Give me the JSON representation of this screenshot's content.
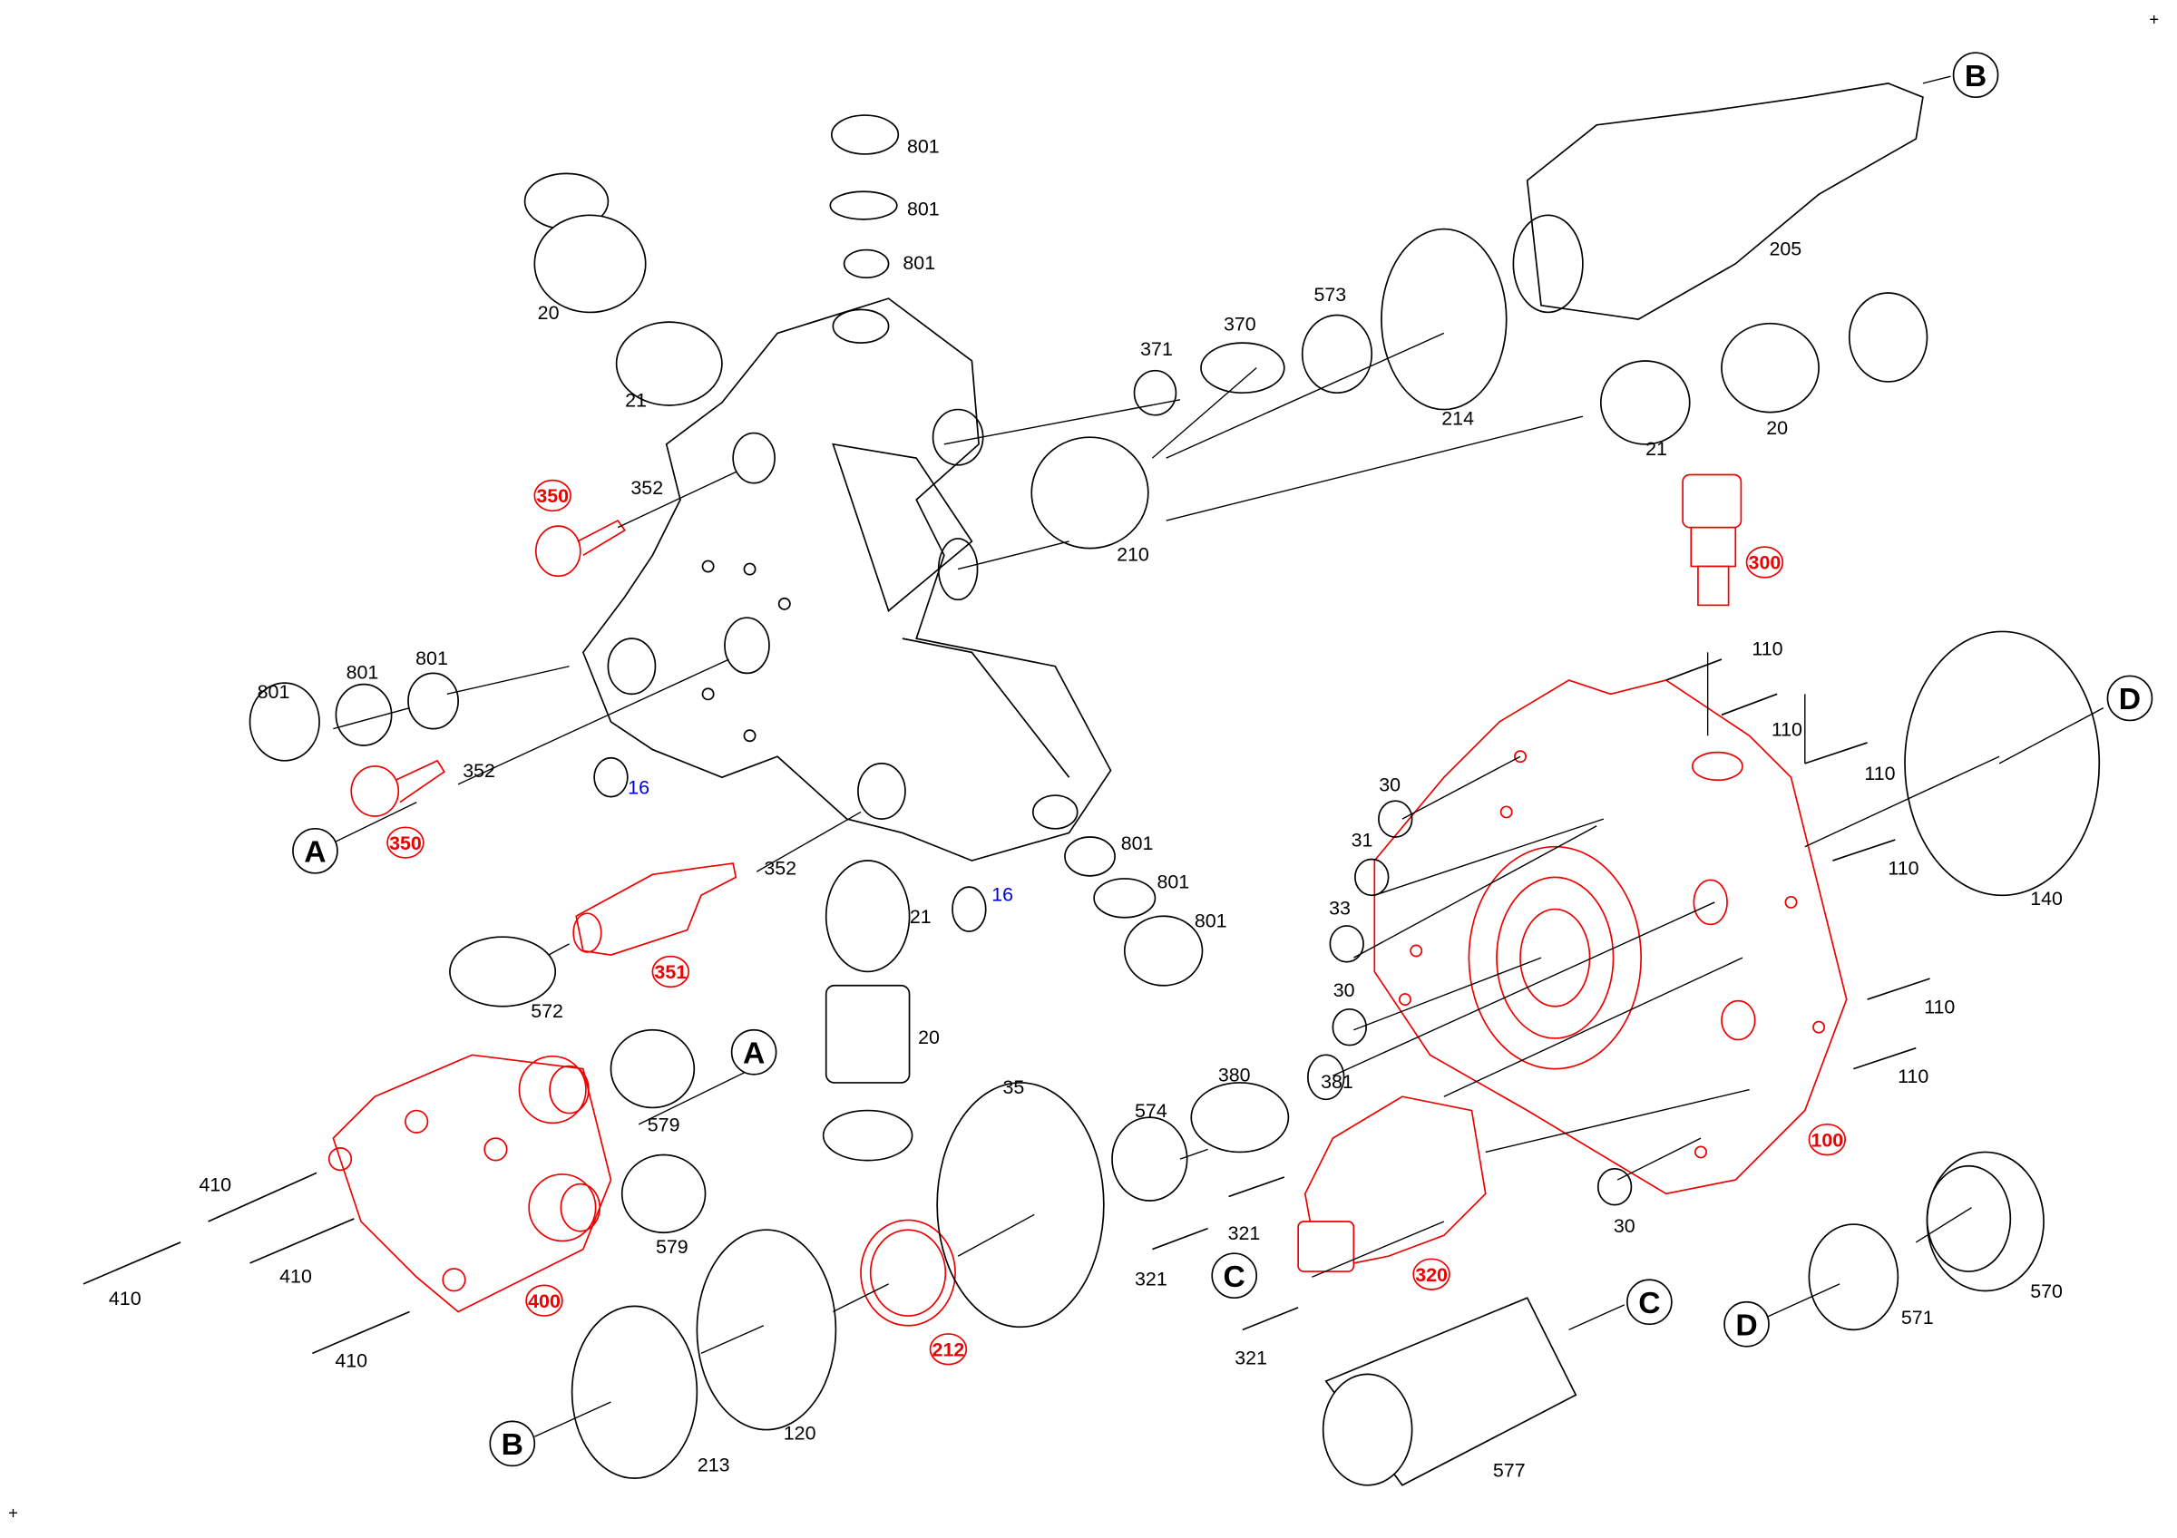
{
  "diagram": {
    "corner_marks": [
      "+",
      "+"
    ],
    "colors": {
      "standard": "#000000",
      "highlighted": "#ee0000",
      "blue": "#0000dd"
    },
    "callouts": [
      {
        "text": "801",
        "style": "black"
      },
      {
        "text": "801",
        "style": "black"
      },
      {
        "text": "801",
        "style": "black"
      },
      {
        "text": "20",
        "style": "black"
      },
      {
        "text": "21",
        "style": "black"
      },
      {
        "text": "350",
        "style": "red"
      },
      {
        "text": "352",
        "style": "black"
      },
      {
        "text": "801",
        "style": "black"
      },
      {
        "text": "801",
        "style": "black"
      },
      {
        "text": "801",
        "style": "black"
      },
      {
        "text": "352",
        "style": "black"
      },
      {
        "text": "16",
        "style": "blue"
      },
      {
        "text": "350",
        "style": "red"
      },
      {
        "text": "352",
        "style": "black"
      },
      {
        "text": "351",
        "style": "red"
      },
      {
        "text": "572",
        "style": "black"
      },
      {
        "text": "21",
        "style": "black"
      },
      {
        "text": "16",
        "style": "blue"
      },
      {
        "text": "801",
        "style": "black"
      },
      {
        "text": "801",
        "style": "black"
      },
      {
        "text": "801",
        "style": "black"
      },
      {
        "text": "20",
        "style": "black"
      },
      {
        "text": "579",
        "style": "black"
      },
      {
        "text": "579",
        "style": "black"
      },
      {
        "text": "410",
        "style": "black"
      },
      {
        "text": "410",
        "style": "black"
      },
      {
        "text": "410",
        "style": "black"
      },
      {
        "text": "410",
        "style": "black"
      },
      {
        "text": "400",
        "style": "red"
      },
      {
        "text": "35",
        "style": "black"
      },
      {
        "text": "212",
        "style": "red"
      },
      {
        "text": "120",
        "style": "black"
      },
      {
        "text": "213",
        "style": "black"
      },
      {
        "text": "574",
        "style": "black"
      },
      {
        "text": "321",
        "style": "black"
      },
      {
        "text": "321",
        "style": "black"
      },
      {
        "text": "321",
        "style": "black"
      },
      {
        "text": "320",
        "style": "red"
      },
      {
        "text": "380",
        "style": "black"
      },
      {
        "text": "381",
        "style": "black"
      },
      {
        "text": "371",
        "style": "black"
      },
      {
        "text": "370",
        "style": "black"
      },
      {
        "text": "573",
        "style": "black"
      },
      {
        "text": "214",
        "style": "black"
      },
      {
        "text": "205",
        "style": "black"
      },
      {
        "text": "21",
        "style": "black"
      },
      {
        "text": "20",
        "style": "black"
      },
      {
        "text": "210",
        "style": "black"
      },
      {
        "text": "300",
        "style": "red"
      },
      {
        "text": "110",
        "style": "black"
      },
      {
        "text": "110",
        "style": "black"
      },
      {
        "text": "110",
        "style": "black"
      },
      {
        "text": "110",
        "style": "black"
      },
      {
        "text": "110",
        "style": "black"
      },
      {
        "text": "110",
        "style": "black"
      },
      {
        "text": "140",
        "style": "black"
      },
      {
        "text": "30",
        "style": "black"
      },
      {
        "text": "31",
        "style": "black"
      },
      {
        "text": "33",
        "style": "black"
      },
      {
        "text": "30",
        "style": "black"
      },
      {
        "text": "30",
        "style": "black"
      },
      {
        "text": "100",
        "style": "red"
      },
      {
        "text": "571",
        "style": "black"
      },
      {
        "text": "570",
        "style": "black"
      },
      {
        "text": "577",
        "style": "black"
      }
    ],
    "references": [
      {
        "text": "A"
      },
      {
        "text": "A"
      },
      {
        "text": "B"
      },
      {
        "text": "B"
      },
      {
        "text": "C"
      },
      {
        "text": "C"
      },
      {
        "text": "D"
      },
      {
        "text": "D"
      }
    ]
  }
}
